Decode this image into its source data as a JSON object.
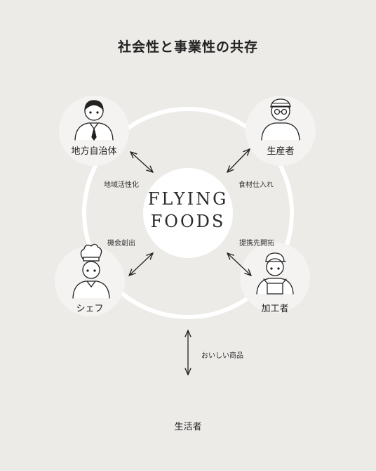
{
  "title": "社会性と事業性の共存",
  "center": {
    "line1": "FLYING",
    "line2": "FOODS"
  },
  "actors": {
    "local_government": "地方自治体",
    "producer": "生産者",
    "chef": "シェフ",
    "processor": "加工者"
  },
  "relations": {
    "regional_revitalization": "地域活性化",
    "ingredient_sourcing": "食材仕入れ",
    "opportunity_creation": "機会創出",
    "partnership_development": "提携先開拓",
    "delicious_products": "おいしい商品"
  },
  "consumer": "生活者",
  "colors": {
    "background": "#ecebe8",
    "node_fill": "#ffffff",
    "line": "#222222"
  },
  "icons": [
    "businessman-icon",
    "farmer-icon",
    "chef-icon",
    "worker-icon"
  ]
}
